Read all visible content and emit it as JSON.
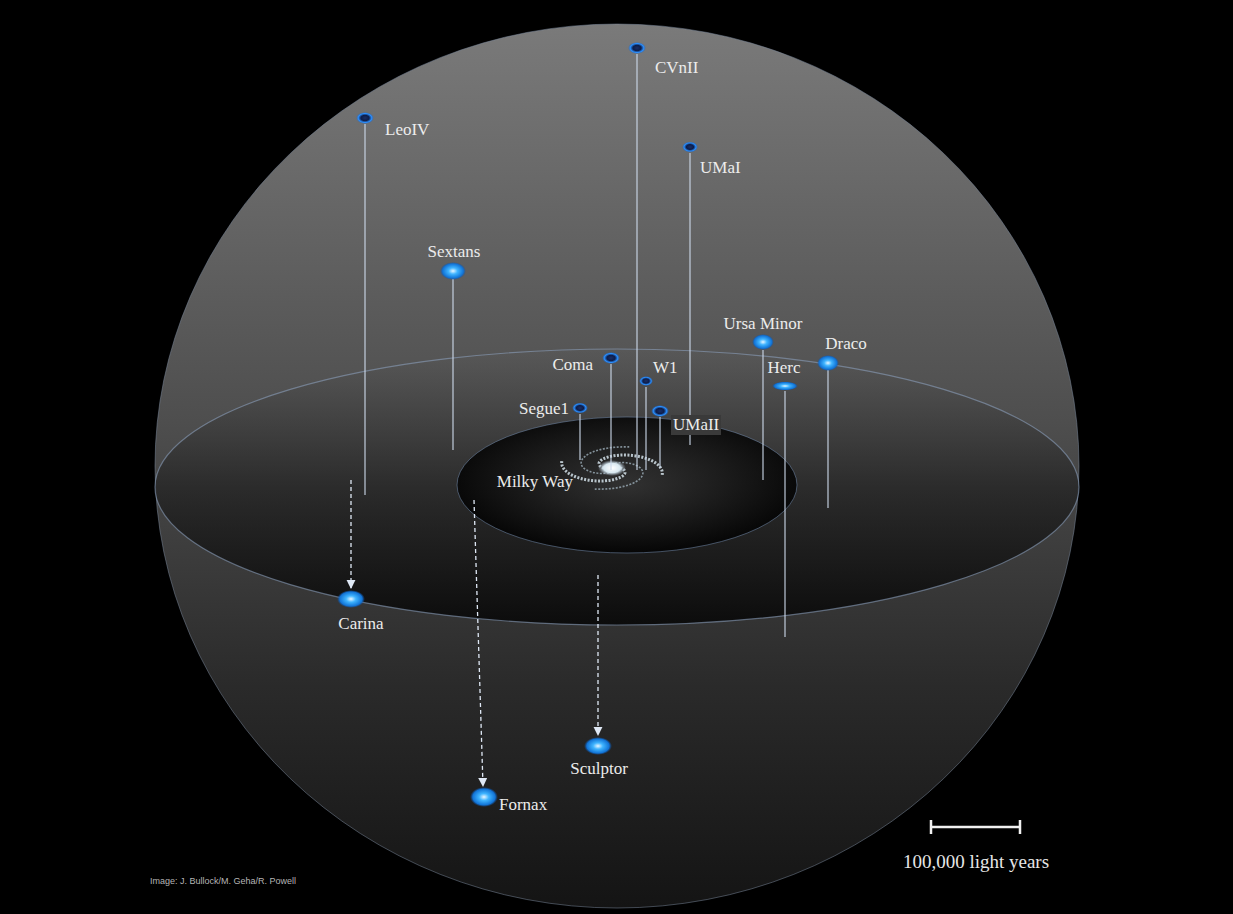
{
  "diagram": {
    "nodes": [
      {
        "text": [
          "LeoIV"
        ]
      },
      {
        "text": [
          "CVnII"
        ]
      },
      {
        "text": [
          "UMaI"
        ]
      },
      {
        "text": [
          "Sextans"
        ]
      },
      {
        "text": [
          "Ursa Minor"
        ]
      },
      {
        "text": [
          "Draco"
        ]
      },
      {
        "text": [
          "Coma"
        ]
      },
      {
        "text": [
          "W1"
        ]
      },
      {
        "text": [
          "Herc"
        ]
      },
      {
        "text": [
          "Segue1"
        ]
      },
      {
        "text": [
          "UMaII"
        ]
      },
      {
        "text": [
          "Milky Way"
        ]
      },
      {
        "text": [
          "Carina"
        ]
      },
      {
        "text": [
          "Sculptor"
        ]
      },
      {
        "text": [
          "Fornax"
        ]
      }
    ],
    "labels": [
      "Image: J. Bullock/M. Geha/R. Powell",
      "100,000 light years"
    ]
  }
}
